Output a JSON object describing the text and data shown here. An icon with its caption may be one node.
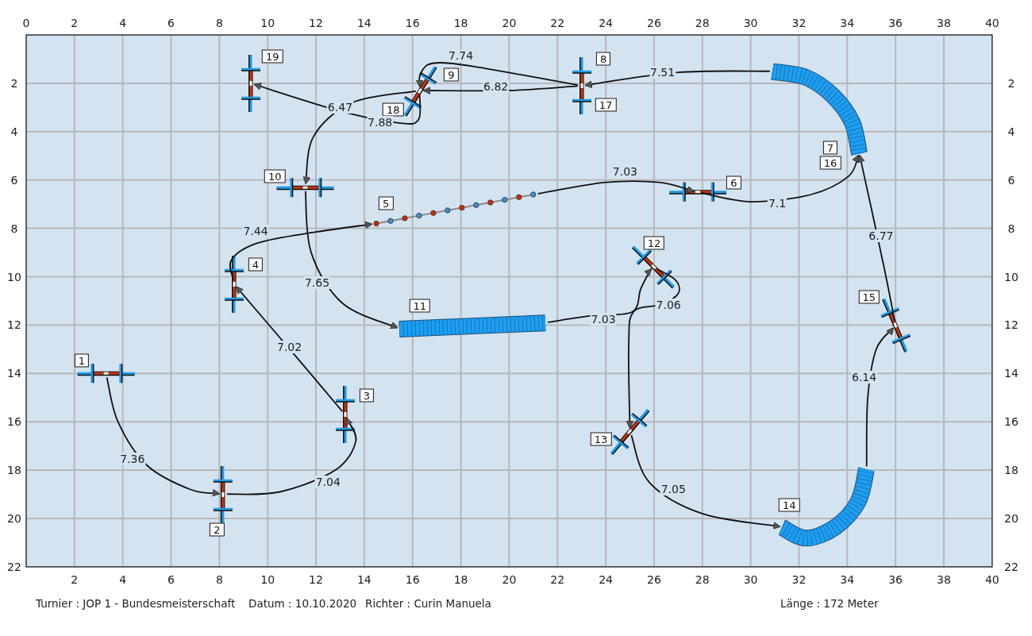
{
  "diagram": {
    "nodes": [
      {
        "text": [
          "1"
        ]
      },
      {
        "text": [
          "2"
        ]
      },
      {
        "text": [
          "3"
        ]
      },
      {
        "text": [
          "4"
        ]
      },
      {
        "text": [
          "5"
        ]
      },
      {
        "text": [
          "6"
        ]
      },
      {
        "text": [
          "7",
          "16"
        ]
      },
      {
        "text": [
          "8",
          "17"
        ]
      },
      {
        "text": [
          "9",
          "18"
        ]
      },
      {
        "text": [
          "10"
        ]
      },
      {
        "text": [
          "11"
        ]
      },
      {
        "text": [
          "12"
        ]
      },
      {
        "text": [
          "13"
        ]
      },
      {
        "text": [
          "14"
        ]
      },
      {
        "text": [
          "15"
        ]
      },
      {
        "text": [
          "19"
        ]
      }
    ],
    "edges": [
      {
        "from": 0,
        "to": 1,
        "arrow": "to",
        "label": "7.36"
      },
      {
        "from": 1,
        "to": 2,
        "arrow": "to",
        "label": "7.04"
      },
      {
        "from": 2,
        "to": 3,
        "arrow": "to",
        "label": "7.02"
      },
      {
        "from": 3,
        "to": 4,
        "arrow": "to",
        "label": "7.44"
      },
      {
        "from": 4,
        "to": 5,
        "arrow": "to",
        "label": "7.03"
      },
      {
        "from": 5,
        "to": 6,
        "arrow": "to",
        "label": "7.1"
      },
      {
        "from": 6,
        "to": 7,
        "arrow": "to",
        "label": "7.51"
      },
      {
        "from": 7,
        "to": 8,
        "arrow": "to",
        "label": "7.74"
      },
      {
        "from": 8,
        "to": 9,
        "arrow": "to",
        "label": "6.47"
      },
      {
        "from": 9,
        "to": 10,
        "arrow": "to",
        "label": "7.65"
      },
      {
        "from": 10,
        "to": 11,
        "arrow": "to",
        "label": "7.03"
      },
      {
        "from": 11,
        "to": 12,
        "arrow": "to",
        "label": "7.06"
      },
      {
        "from": 12,
        "to": 13,
        "arrow": "to",
        "label": "7.05"
      },
      {
        "from": 13,
        "to": 14,
        "arrow": "to",
        "label": "6.14"
      },
      {
        "from": 14,
        "to": 6,
        "arrow": "to",
        "label": "6.77"
      },
      {
        "from": 7,
        "to": 8,
        "arrow": "to",
        "label": "6.82"
      },
      {
        "from": 8,
        "to": 15,
        "arrow": "to",
        "label": "7.88"
      }
    ],
    "labels": [
      "0",
      "2",
      "4",
      "6",
      "8",
      "10",
      "12",
      "14",
      "16",
      "18",
      "20",
      "22",
      "24",
      "26",
      "28",
      "30",
      "32",
      "34",
      "36",
      "38",
      "40",
      "2",
      "2",
      "4",
      "4",
      "6",
      "6",
      "8",
      "8",
      "10",
      "10",
      "12",
      "12",
      "14",
      "14",
      "16",
      "16",
      "18",
      "18",
      "20",
      "20",
      "22",
      "2",
      "4",
      "6",
      "8",
      "10",
      "12",
      "14",
      "16",
      "18",
      "20",
      "22",
      "24",
      "26",
      "28",
      "30",
      "32",
      "34",
      "36",
      "38",
      "40",
      "22",
      "Turnier : JOP 1 - Bundesmeisterschaft",
      "Datum : 10.10.2020",
      "Richter : Curin Manuela",
      "Länge : 172 Meter"
    ]
  }
}
